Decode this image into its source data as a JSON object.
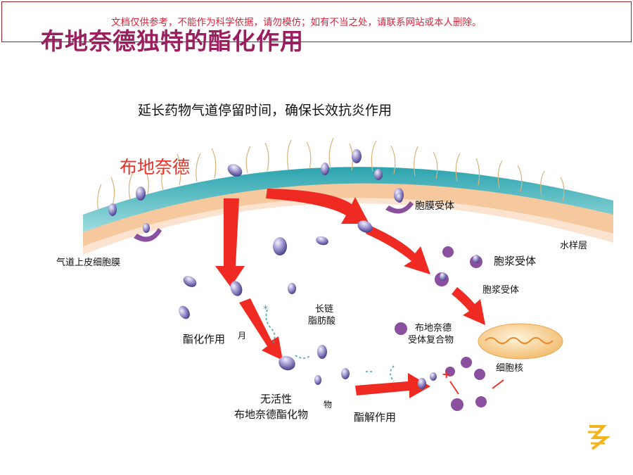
{
  "header": {
    "disclaimer": "文档仅供参考，不能作为科学依据，请勿模仿；如有不当之处，请联系网站或本人删除。",
    "title": "布地奈德独特的酯化作用"
  },
  "diagram": {
    "subtitle": "延长药物气道停留时间，确保长效抗炎作用",
    "labels": {
      "drug": "布地奈德",
      "membrane_receptor": "胞膜受体",
      "aqueous_layer": "水样层",
      "epithelial_membrane": "气道上皮细胞膜",
      "cytoplasmic_receptor_1": "胞浆受体",
      "cytoplasmic_receptor_2": "胞浆受体",
      "long_chain_line1": "长链",
      "long_chain_line2": "脂肪酸",
      "esterification": "酯化作用",
      "complex_line1": "布地奈德",
      "complex_line2": "受体复合物",
      "nucleus": "细胞核",
      "inactive_line1": "无活性",
      "inactive_line2": "布地奈德酯化物",
      "hydrolysis": "酯解作用",
      "fragment_1": "月",
      "fragment_2": "物"
    },
    "colors": {
      "arrow": "#ee2a22",
      "title": "#9a1f5f",
      "drug_label": "#e8322a",
      "membrane_teal": "#4fb8bf",
      "membrane_outer": "#f5c79a",
      "molecule": "#8f86c4",
      "receptor": "#8a4f9e",
      "nucleus": "#f6c77e"
    }
  }
}
